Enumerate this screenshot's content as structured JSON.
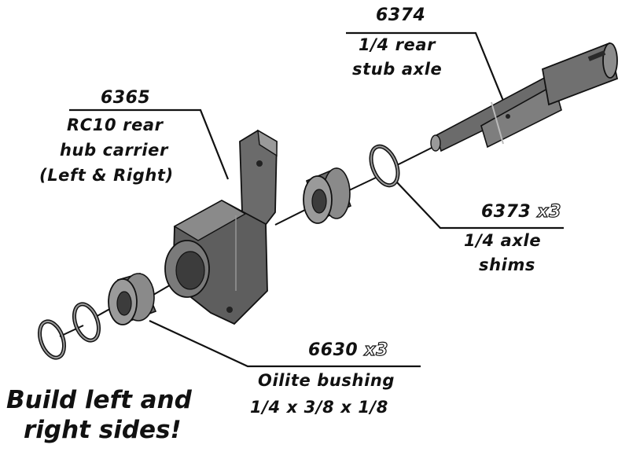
{
  "callouts": {
    "stub_axle": {
      "part_number": "6374",
      "lines": [
        "1/4 rear",
        "stub axle"
      ]
    },
    "hub_carrier": {
      "part_number": "6365",
      "lines": [
        "RC10 rear",
        "hub carrier",
        "(Left & Right)"
      ]
    },
    "axle_shims": {
      "part_number": "6373",
      "quantity": "x3",
      "lines": [
        "1/4 axle",
        "shims"
      ]
    },
    "bushing": {
      "part_number": "6630",
      "quantity": "x3",
      "lines": [
        "Oilite bushing",
        "1/4 x 3/8 x 1/8"
      ]
    }
  },
  "note": {
    "lines": [
      "Build left and",
      "right sides!"
    ]
  },
  "colors": {
    "ink": "#111111",
    "part_gray": "#6b6b6b",
    "part_dark": "#3c3c3c",
    "part_light": "#9a9a9a"
  }
}
